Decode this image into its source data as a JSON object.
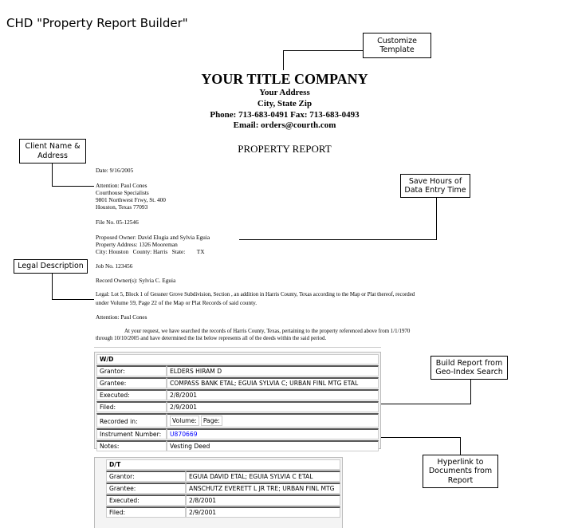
{
  "doc_title": "CHD \"Property Report Builder\"",
  "callouts": {
    "customize": "Customize Template",
    "client": "Client Name & Address",
    "save": "Save Hours of Data Entry Time",
    "legal": "Legal Description",
    "build": "Build Report from Geo-Index Search",
    "hyperlink": "Hyperlink to Documents from Report"
  },
  "header": {
    "company": "YOUR TITLE COMPANY",
    "address": "Your Address",
    "city": "City, State Zip",
    "phone": "Phone: 713-683-0491 Fax: 713-683-0493",
    "email": "Email: orders@courth.com",
    "report_title": "PROPERTY REPORT"
  },
  "body": {
    "date": "Date: 9/16/2005",
    "attention": "Attention: Paul Cones",
    "company": "Courthouse Specialists",
    "street": "9801 Northwest Frwy, St. 400",
    "citystate": "Houston, Texas 77093",
    "file_no": "File No. 05-12546",
    "proposed_owner": "Proposed Owner: David Elugia and Sylvia Eguia",
    "property_address": "Property Address: 1326 Mooreman",
    "city_county": "City: Houston   County: Harris   State:        TX",
    "job_no": "Job No. 123456",
    "record_owner": "Record Owner(s): Sylvia C. Eguia",
    "legal_1": "Legal: Lot 5, Block 1 of Gessner Grove Subdivision, Section , an addition in Harris County, Texas according to the Map or Plat thereof, recorded",
    "legal_2": "under Volume 59, Page 22 of the Map or Plat Records of said county.",
    "attention2": "Attention: Paul Cones",
    "para_1": "At your request, we have searched the records of Harris County, Texas, pertaining to the property referenced above from 1/1/1970",
    "para_2": "through 10/10/2005 and have determined the list below represents all of the deeds within the said period."
  },
  "wd": {
    "type": "W/D",
    "grantor_label": "Grantor:",
    "grantor": "ELDERS HIRAM D",
    "grantee_label": "Grantee:",
    "grantee": "COMPASS BANK ETAL; EGUIA SYLVIA C; URBAN FINL MTG ETAL",
    "executed_label": "Executed:",
    "executed": "2/8/2001",
    "filed_label": "Filed:",
    "filed": "2/9/2001",
    "recorded_label": "Recorded in:",
    "volume_label": "Volume:",
    "page_label": "Page:",
    "instrument_label": "Instrument Number:",
    "instrument": "U870669",
    "notes_label": "Notes:",
    "notes": "Vesting Deed"
  },
  "dt": {
    "type": "D/T",
    "grantor_label": "Grantor:",
    "grantor": "EGUIA DAVID ETAL; EGUIA SYLVIA C ETAL",
    "grantee_label": "Grantee:",
    "grantee": "ANSCHUTZ EVERETT L JR TRE; URBAN FINL MTG",
    "executed_label": "Executed:",
    "executed": "2/8/2001",
    "filed_label": "Filed:",
    "filed": "2/9/2001"
  }
}
